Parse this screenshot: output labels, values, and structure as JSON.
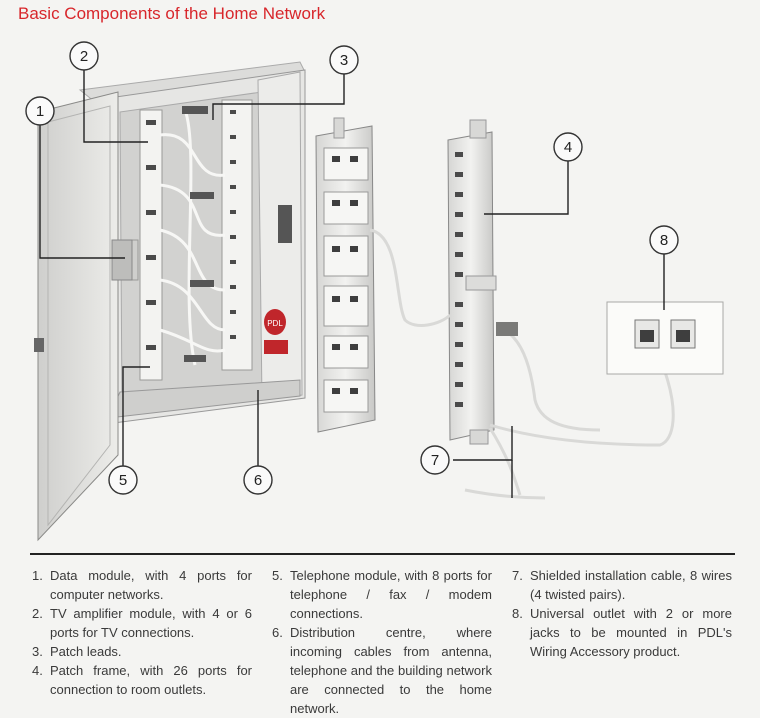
{
  "title": "Basic Components of the Home Network",
  "callouts": [
    "1",
    "2",
    "3",
    "4",
    "5",
    "6",
    "7",
    "8"
  ],
  "colors": {
    "title": "#d8262b",
    "cabinet": "#e3e3e1",
    "cable": "#f0f0ee",
    "line": "#222222"
  },
  "panel_logo": {
    "text": "PDL"
  },
  "legend": [
    {
      "num": "1.",
      "text": "Data module, with 4 ports for computer networks."
    },
    {
      "num": "2.",
      "text": "TV amplifier module, with 4 or 6 ports for TV connections."
    },
    {
      "num": "3.",
      "text": "Patch leads."
    },
    {
      "num": "4.",
      "text": "Patch frame, with 26 ports for connection to room outlets."
    },
    {
      "num": "5.",
      "text": "Telephone module, with 8 ports for telephone / fax / modem connections."
    },
    {
      "num": "6.",
      "text": "Distribution centre, where incoming cables from antenna, telephone and the building network are connected to the home network."
    },
    {
      "num": "7.",
      "text": "Shielded installation cable, 8 wires (4 twisted pairs)."
    },
    {
      "num": "8.",
      "text": "Universal outlet with 2 or more jacks to be mounted in PDL's Wiring Accessory product."
    }
  ]
}
